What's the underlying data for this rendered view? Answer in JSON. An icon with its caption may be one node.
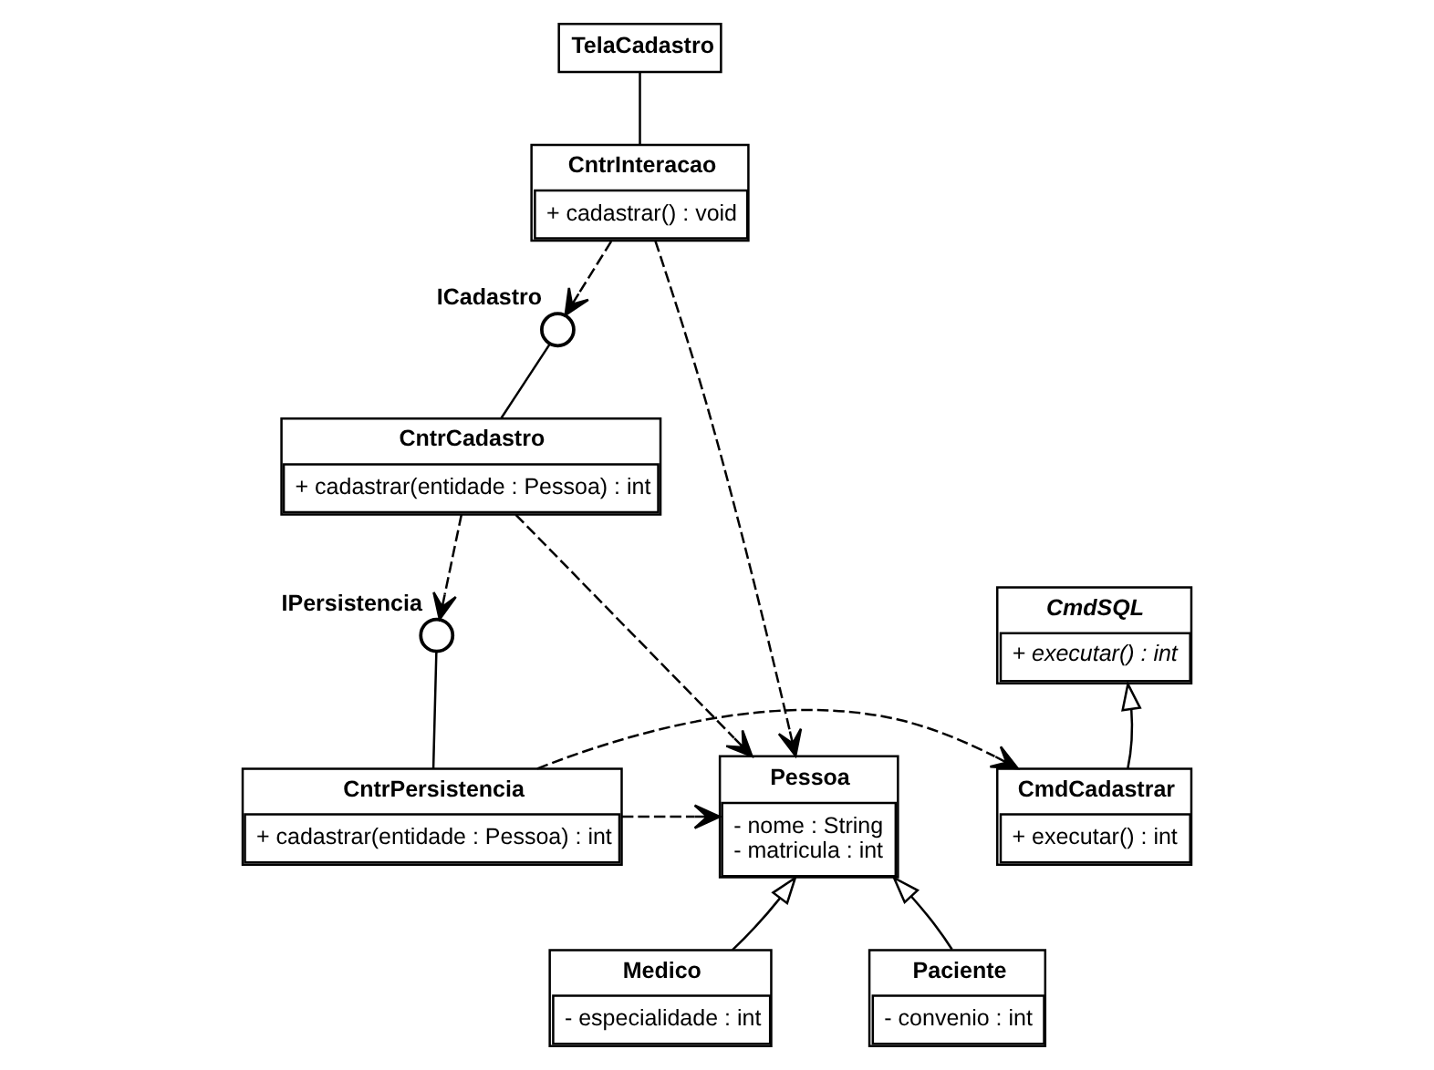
{
  "diagram": {
    "nodes": [
      {
        "text": [
          "TelaCadastro"
        ]
      },
      {
        "text": [
          "CntrInteracao",
          "+ cadastrar() : void"
        ]
      },
      {
        "text": [
          "ICadastro"
        ]
      },
      {
        "text": [
          "CntrCadastro",
          "+ cadastrar(entidade : Pessoa) : int"
        ]
      },
      {
        "text": [
          "CmdSQL",
          "+ executar() : int"
        ]
      },
      {
        "text": [
          "IPersistencia"
        ]
      },
      {
        "text": [
          "Pessoa",
          "- nome : String",
          "- matricula : int"
        ]
      },
      {
        "text": [
          "CntrPersistencia",
          "+ cadastrar(entidade : Pessoa) : int"
        ]
      },
      {
        "text": [
          "CmdCadastrar",
          "+ executar() : int"
        ]
      },
      {
        "text": [
          "Medico",
          "- especialidade : int"
        ]
      },
      {
        "text": [
          "Paciente",
          "- convenio : int"
        ]
      }
    ],
    "edges": [
      {
        "from": 0,
        "to": 1,
        "arrow": "none"
      },
      {
        "from": 1,
        "to": 2,
        "arrow": "to",
        "style": "dashed"
      },
      {
        "from": 1,
        "to": 6,
        "arrow": "to",
        "style": "dashed"
      },
      {
        "from": 2,
        "to": 3,
        "arrow": "none"
      },
      {
        "from": 3,
        "to": 5,
        "arrow": "to",
        "style": "dashed"
      },
      {
        "from": 3,
        "to": 6,
        "arrow": "to",
        "style": "dashed"
      },
      {
        "from": 5,
        "to": 7,
        "arrow": "none"
      },
      {
        "from": 7,
        "to": 6,
        "arrow": "to",
        "style": "dashed"
      },
      {
        "from": 7,
        "to": 8,
        "arrow": "to",
        "style": "dashed"
      },
      {
        "from": 8,
        "to": 4,
        "arrow": "to"
      },
      {
        "from": 9,
        "to": 6,
        "arrow": "to"
      },
      {
        "from": 10,
        "to": 6,
        "arrow": "to"
      }
    ]
  }
}
